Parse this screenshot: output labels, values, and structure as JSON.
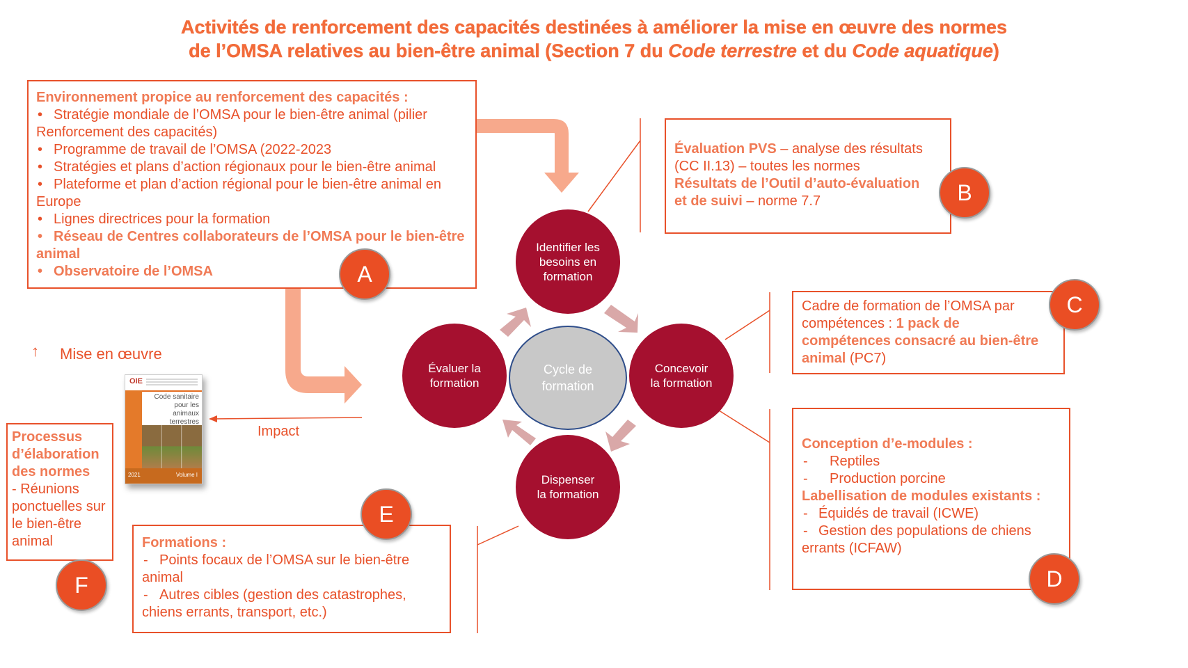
{
  "title": {
    "line1": "Activités de renforcement des capacités destinées à améliorer la mise en œuvre des normes",
    "line2_a": "de l’OMSA relatives au bien-être animal (Section 7 du ",
    "line2_em1": "Code terrestre",
    "line2_b": " et du ",
    "line2_em2": "Code aquatique",
    "line2_c": ")"
  },
  "box_a": {
    "heading": "Environnement propice au renforcement des capacités :",
    "items": [
      "Stratégie mondiale de l’OMSA pour le bien-être animal (pilier Renforcement des capacités)",
      "Programme de travail de l’OMSA (2022-2023",
      "Stratégies et plans d’action régionaux pour le bien-être animal",
      "Plateforme et plan d’action régional pour le bien-être animal en Europe",
      "Lignes directrices pour la formation",
      "Réseau de Centres collaborateurs de l’OMSA pour le bien-être animal",
      "Observatoire de l’OMSA"
    ],
    "badge": "A"
  },
  "box_b": {
    "line1": "Évaluation PVS",
    "line1_rest": " – analyse des résultats",
    "line2": "(CC II.13) – toutes les normes",
    "line3": "Résultats de l’Outil d’auto-évaluation",
    "line4a": "et de suivi",
    "line4b": " – norme 7.7",
    "badge": "B"
  },
  "box_c": {
    "line1": "Cadre de formation de l’OMSA par",
    "line2a": "compétences : ",
    "line2b": "1 pack de",
    "line3": "compétences consacré au bien-être",
    "line4a": "animal",
    "line4b": " (PC7)",
    "badge": "C"
  },
  "box_d": {
    "heading1": "Conception d’e-modules :",
    "items1": [
      "Reptiles",
      "Production porcine"
    ],
    "heading2": "Labellisation de modules existants :",
    "items2": [
      "Équidés de travail (ICWE)",
      "Gestion des populations de chiens errants (ICFAW)"
    ],
    "badge": "D"
  },
  "box_e": {
    "heading": "Formations :",
    "items": [
      "Points focaux de l’OMSA sur le bien-être animal",
      "Autres cibles (gestion des catastrophes, chiens errants, transport, etc.)"
    ],
    "badge": "E"
  },
  "box_f": {
    "heading": "Processus d’élaboration des normes",
    "text": "- Réunions ponctuelles sur le bien-être animal",
    "badge": "F"
  },
  "cycle": {
    "center": "Cycle de formation",
    "top": "Identifier les besoins en formation",
    "right": "Concevoir la formation",
    "bottom": "Dispenser la formation",
    "left": "Évaluer la formation"
  },
  "labels": {
    "mise_arrow": "↑",
    "mise": "Mise en œuvre",
    "impact": "Impact"
  },
  "book": {
    "logo": "OIE",
    "title": "Code sanitaire pour les animaux terrestres",
    "year": "2021",
    "volume": "Volume I"
  },
  "colors": {
    "accent": "#e8512a",
    "cycle": "#a5102f",
    "center": "#c8c8c8",
    "arrow": "#f7a98c",
    "small_arrow": "#d9a8a8"
  }
}
